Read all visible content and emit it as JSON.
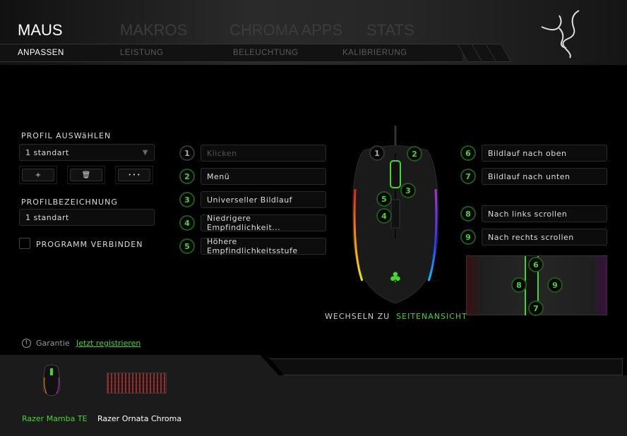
{
  "header": {
    "main_tabs": [
      {
        "label": "MAUS",
        "active": true
      },
      {
        "label": "MAKROS"
      },
      {
        "label": "CHROMA APPS"
      },
      {
        "label": "STATS"
      }
    ],
    "sub_tabs": [
      {
        "label": "ANPASSEN",
        "active": true
      },
      {
        "label": "LEISTUNG"
      },
      {
        "label": "BELEUCHTUNG"
      },
      {
        "label": "KALIBRIERUNG"
      }
    ]
  },
  "profile": {
    "select_label": "PROFIL AUSWäHLEN",
    "selected": "1 standart",
    "add": "+",
    "delete": "🗑",
    "more": "• • •",
    "name_label": "PROFILBEZEICHNUNG",
    "name_value": "1 standart",
    "link_program": "PROGRAMM VERBINDEN",
    "link_checked": false
  },
  "buttons_left": [
    {
      "n": "1",
      "action": "Klicken"
    },
    {
      "n": "2",
      "action": "Menü"
    },
    {
      "n": "3",
      "action": "Universeller Bildlauf"
    },
    {
      "n": "4",
      "action": "Niedrigere Empfindlichkeit..."
    },
    {
      "n": "5",
      "action": "Höhere Empfindlichkeitsstufe"
    }
  ],
  "buttons_right": [
    {
      "n": "6",
      "action": "Bildlauf nach oben"
    },
    {
      "n": "7",
      "action": "Bildlauf nach unten"
    },
    {
      "n": "8",
      "action": "Nach links scrollen"
    },
    {
      "n": "9",
      "action": "Nach rechts scrollen"
    }
  ],
  "view_switch": {
    "prefix": "WECHSELN ZU",
    "link": "SEITENANSICHT"
  },
  "warranty": {
    "label": "Garantie",
    "link": "Jetzt registrieren"
  },
  "devices": [
    {
      "name": "Razer Mamba TE",
      "active": true
    },
    {
      "name": "Razer Ornata Chroma"
    }
  ],
  "colors": {
    "accent": "#44d62c"
  }
}
